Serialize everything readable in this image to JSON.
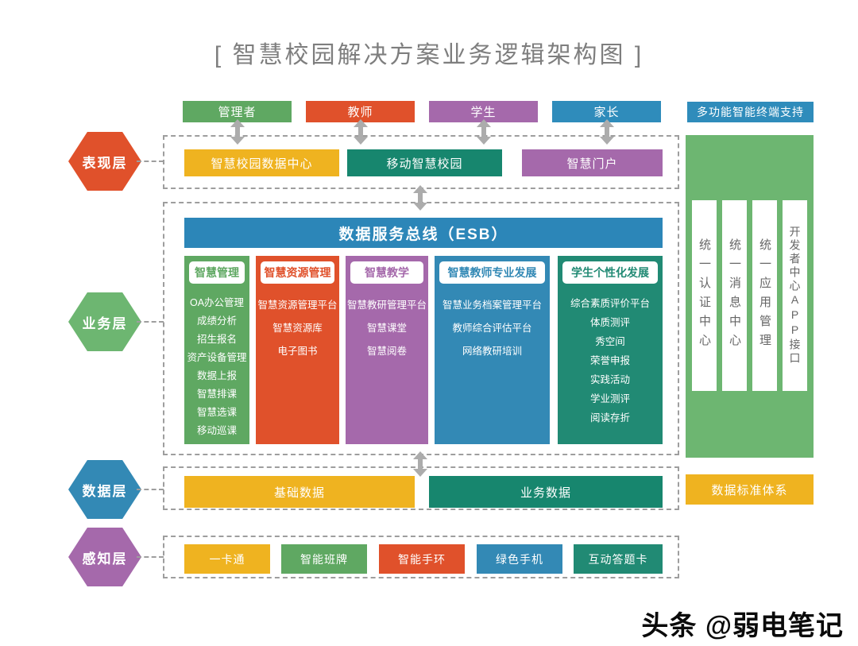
{
  "title": "[ 智慧校园解决方案业务逻辑架构图 ]",
  "watermark": "头条 @弱电笔记",
  "colors": {
    "green": "#5FA862",
    "big_green": "#6DB671",
    "orange_red": "#E0512B",
    "purple": "#A569AB",
    "blue": "#2F8CBB",
    "esb_blue": "#2C86B8",
    "column_blue": "#3389B5",
    "teal": "#17866E",
    "teal_dark": "#218A74",
    "yellow": "#EFB320",
    "dashed_border": "#9E9E9E",
    "arrow_gray": "#ACACAC"
  },
  "layer_badges": [
    {
      "label": "表现层",
      "color": "#E0512B"
    },
    {
      "label": "业务层",
      "color": "#6DB671"
    },
    {
      "label": "数据层",
      "color": "#3389B5"
    },
    {
      "label": "感知层",
      "color": "#A569AB"
    }
  ],
  "actors": [
    {
      "label": "管理者",
      "color": "#5FA862"
    },
    {
      "label": "教师",
      "color": "#E0512B"
    },
    {
      "label": "学生",
      "color": "#A569AB"
    },
    {
      "label": "家长",
      "color": "#2F8CBB"
    }
  ],
  "terminal_support": {
    "label": "多功能智能终端支持",
    "color": "#2F8CBB"
  },
  "presentation": {
    "boxes": [
      {
        "label": "智慧校园数据中心",
        "color": "#EFB320"
      },
      {
        "label": "移动智慧校园",
        "color": "#17866E"
      },
      {
        "label": "智慧门户",
        "color": "#A569AB"
      }
    ]
  },
  "business": {
    "esb_label": "数据服务总线（ESB）",
    "columns": [
      {
        "header": "智慧管理",
        "color": "#5FA862",
        "items": [
          "OA办公管理",
          "成绩分析",
          "招生报名",
          "资产设备管理",
          "数据上报",
          "智慧排课",
          "智慧选课",
          "移动巡课"
        ]
      },
      {
        "header": "智慧资源管理",
        "color": "#E0512B",
        "items": [
          "智慧资源管理平台",
          "智慧资源库",
          "电子图书"
        ]
      },
      {
        "header": "智慧教学",
        "color": "#A569AB",
        "items": [
          "智慧教研管理平台",
          "智慧课堂",
          "智慧阅卷"
        ]
      },
      {
        "header": "智慧教师专业发展",
        "color": "#3389B5",
        "items": [
          "智慧业务档案管理平台",
          "教师综合评估平台",
          "网络教研培训"
        ]
      },
      {
        "header": "学生个性化发展",
        "color": "#218A74",
        "items": [
          "综合素质评价平台",
          "体质测评",
          "秀空间",
          "荣誉申报",
          "实践活动",
          "学业测评",
          "阅读存折"
        ]
      }
    ]
  },
  "unified_services": {
    "panel_color": "#6DB671",
    "strips": [
      {
        "label": "统一认证中心"
      },
      {
        "label": "统一消息中心"
      },
      {
        "label": "统一应用管理"
      },
      {
        "label": "开发者中心APP接口"
      }
    ]
  },
  "data_layer": {
    "boxes": [
      {
        "label": "基础数据",
        "color": "#EFB320"
      },
      {
        "label": "业务数据",
        "color": "#17866E"
      }
    ],
    "standard": {
      "label": "数据标准体系",
      "color": "#EFB320"
    }
  },
  "perception": {
    "boxes": [
      {
        "label": "一卡通",
        "color": "#EFB320"
      },
      {
        "label": "智能班牌",
        "color": "#5FA862"
      },
      {
        "label": "智能手环",
        "color": "#E0512B"
      },
      {
        "label": "绿色手机",
        "color": "#3389B5"
      },
      {
        "label": "互动答题卡",
        "color": "#218A74"
      }
    ]
  }
}
